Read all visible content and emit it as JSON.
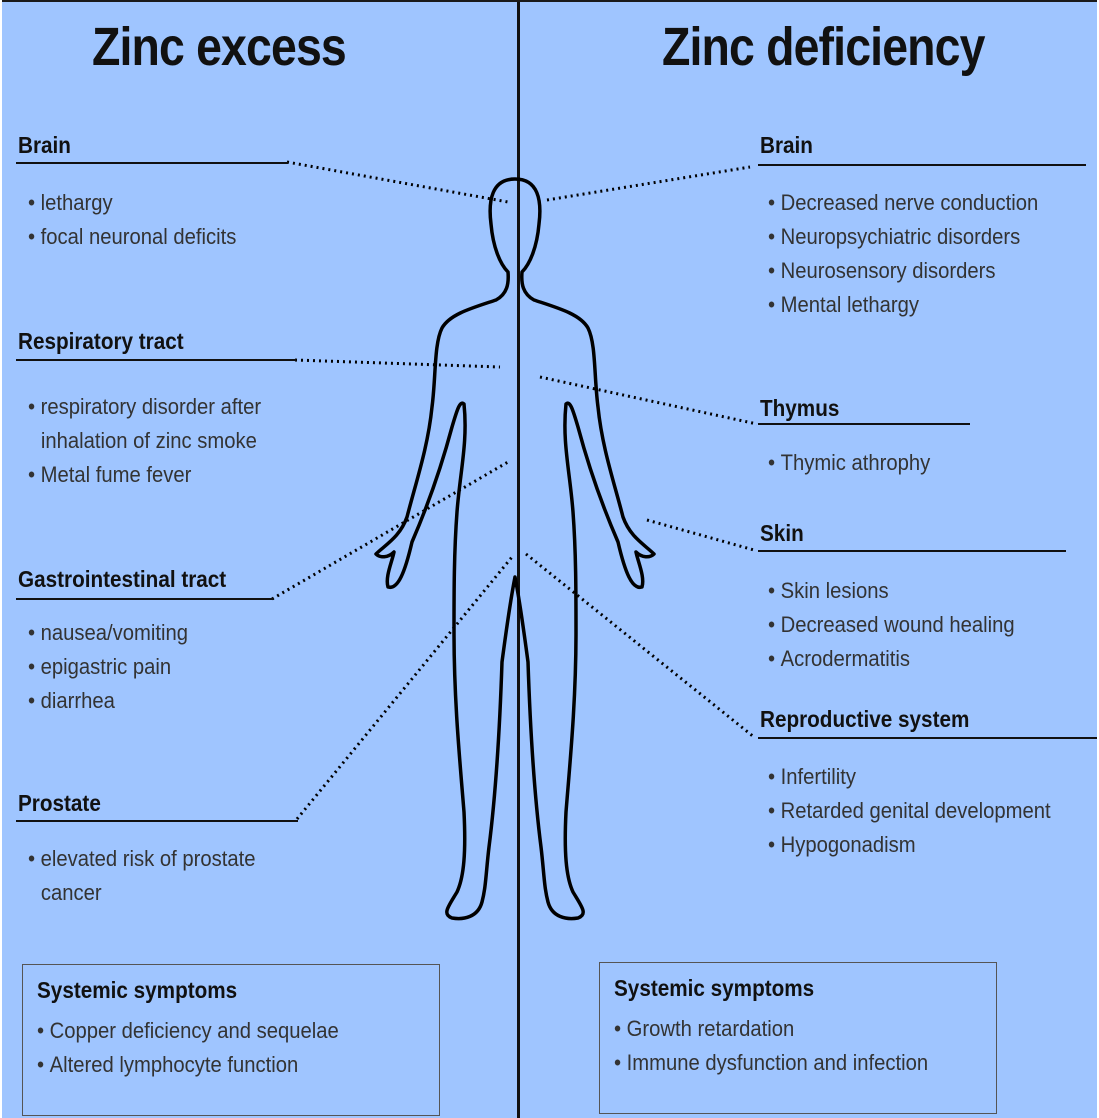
{
  "left": {
    "title": "Zinc excess",
    "sections": [
      {
        "heading": "Brain",
        "items": [
          "lethargy",
          "focal neuronal deficits"
        ]
      },
      {
        "heading": "Respiratory tract",
        "items": [
          "respiratory disorder after",
          "inhalation of zinc smoke",
          "Metal fume fever"
        ]
      },
      {
        "heading": "Gastrointestinal tract",
        "items": [
          "nausea/vomiting",
          "epigastric pain",
          "diarrhea"
        ]
      },
      {
        "heading": "Prostate",
        "items": [
          "elevated risk of prostate",
          "cancer"
        ]
      }
    ],
    "systemic": {
      "heading": "Systemic symptoms",
      "items": [
        "Copper deficiency and sequelae",
        "Altered lymphocyte function"
      ]
    }
  },
  "right": {
    "title": "Zinc deficiency",
    "sections": [
      {
        "heading": "Brain",
        "items": [
          "Decreased nerve conduction",
          "Neuropsychiatric disorders",
          "Neurosensory disorders",
          "Mental lethargy"
        ]
      },
      {
        "heading": "Thymus",
        "items": [
          "Thymic athrophy"
        ]
      },
      {
        "heading": "Skin",
        "items": [
          "Skin lesions",
          "Decreased wound healing",
          "Acrodermatitis"
        ]
      },
      {
        "heading": "Reproductive system",
        "items": [
          "Infertility",
          "Retarded genital development",
          "Hypogonadism"
        ]
      }
    ],
    "systemic": {
      "heading": "Systemic symptoms",
      "items": [
        "Growth retardation",
        "Immune dysfunction and infection"
      ]
    }
  },
  "colors": {
    "background": "#9fc5ff",
    "ink": "#111111",
    "text": "#333333"
  }
}
